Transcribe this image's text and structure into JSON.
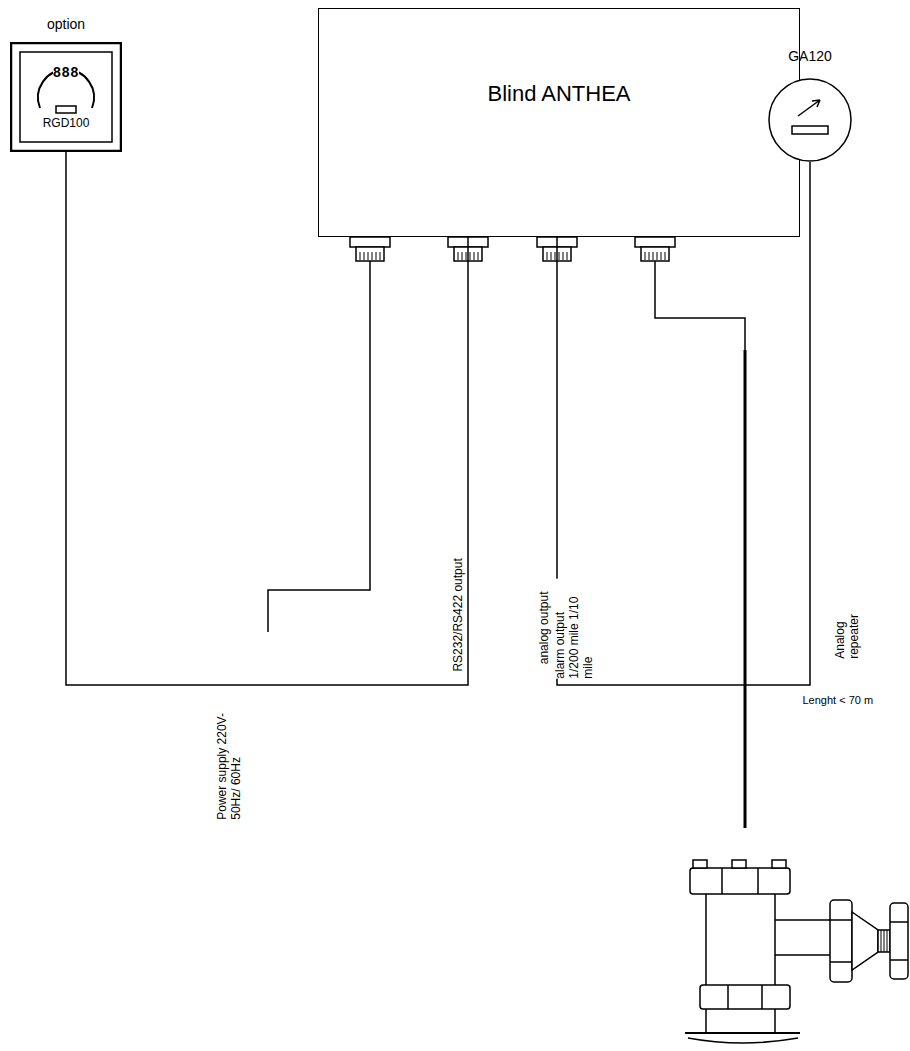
{
  "diagram": {
    "nodes": [
      {
        "text": [
          "option",
          "RGD100"
        ]
      },
      {
        "text": [
          "Blind ANTHEA"
        ]
      },
      {
        "text": [
          "GA120"
        ]
      }
    ],
    "edges": [
      {
        "from": 0,
        "to": 1,
        "arrow": "none"
      },
      {
        "from": 1,
        "to": 2,
        "arrow": "none"
      }
    ],
    "labels": [
      "888",
      "Power supply 220V-50Hz/ 60Hz",
      "RS232/RS422 output",
      "analog output",
      "alarm output 1/200 mile 1/10 mile",
      "Analog repeater",
      "Lenght < 70 m"
    ]
  }
}
